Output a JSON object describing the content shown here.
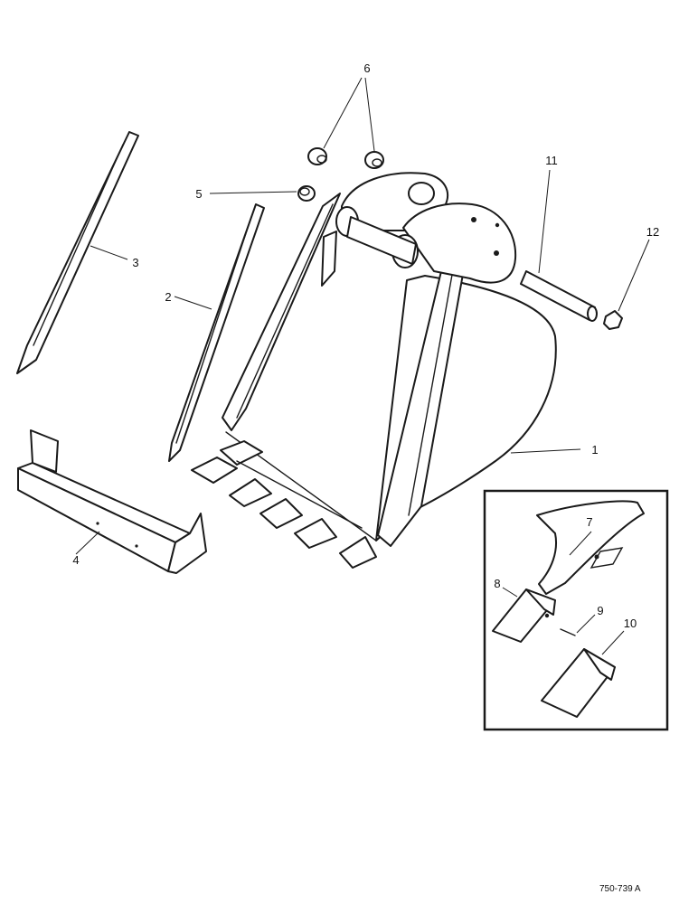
{
  "drawing_number": "750-739 A",
  "callouts": {
    "c1": "1",
    "c2": "2",
    "c3": "3",
    "c4": "4",
    "c5": "5",
    "c6": "6",
    "c7": "7",
    "c8": "8",
    "c9": "9",
    "c10": "10",
    "c11": "11",
    "c12": "12"
  },
  "colors": {
    "ink": "#1a1a1a",
    "paper": "#ffffff"
  }
}
